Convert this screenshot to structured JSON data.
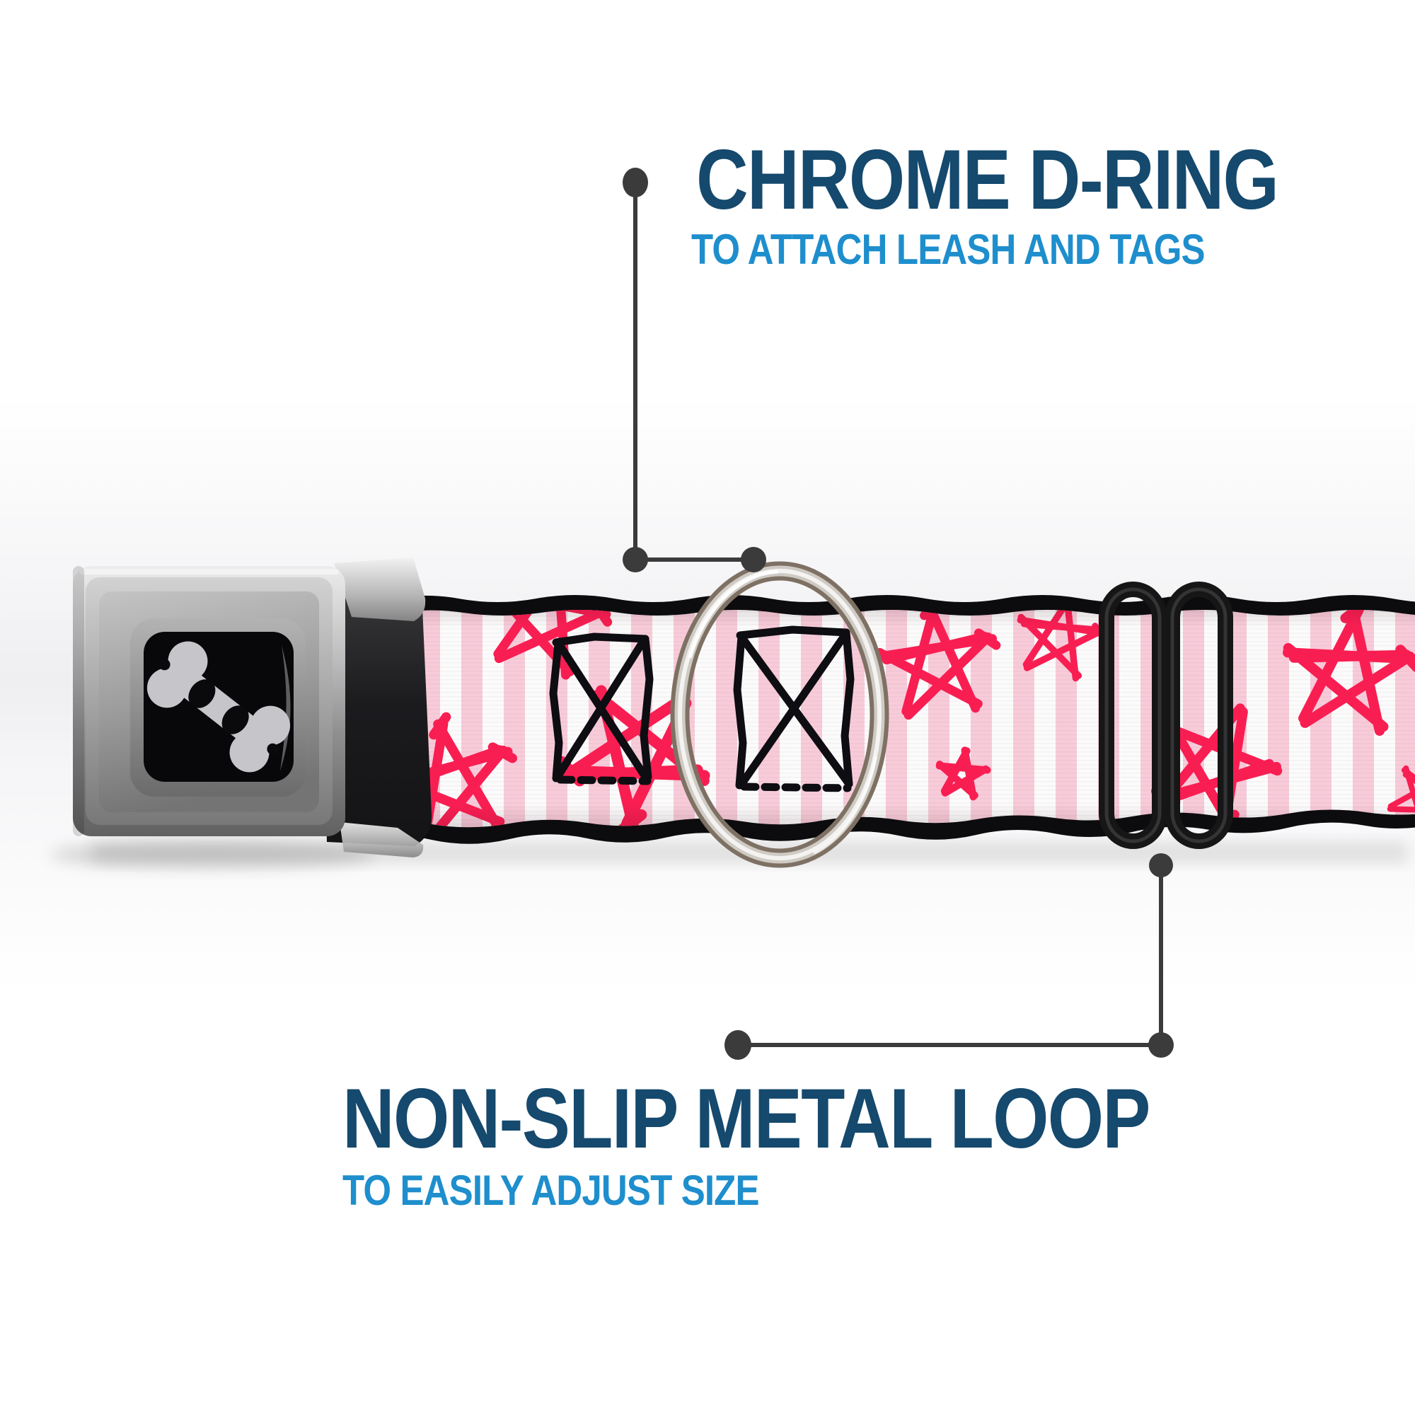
{
  "image": {
    "kind": "product-feature-infographic",
    "subject": "seatbelt-buckle dog collar with pink stripes and scribbled stars pattern"
  },
  "callouts": {
    "top": {
      "title": "CHROME D-RING",
      "subtitle": "TO ATTACH LEASH AND TAGS"
    },
    "bottom": {
      "title": "NON-SLIP METAL LOOP",
      "subtitle": "TO EASILY ADJUST SIZE"
    }
  },
  "icons": {
    "buckle_center": "dog-bone-icon"
  },
  "colors": {
    "title_navy": "#15496d",
    "subtitle_blue": "#1e8ecd",
    "callout_line_gray": "#3b3b3b",
    "stripe_pink": "#f8cbd9",
    "stripe_white": "#fcfbfb",
    "star_red": "#f91e52",
    "sketch_black": "#0d0d12",
    "webbing_black": "#0c0c0e",
    "slider_black": "#161616",
    "buckle_silver": "#9c9c9c",
    "ring_chrome": "#cfcbc4"
  }
}
